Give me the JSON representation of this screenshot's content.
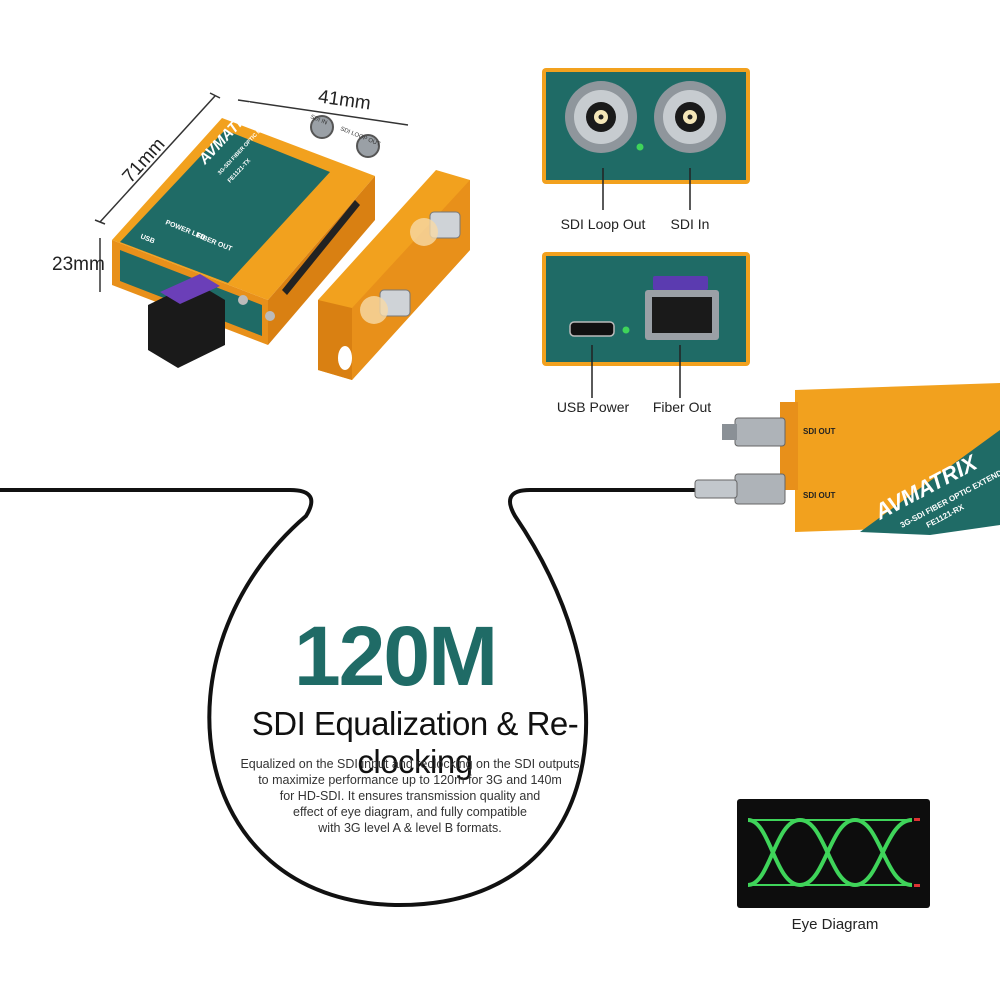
{
  "dimensions": {
    "length": "71mm",
    "width": "41mm",
    "height": "23mm"
  },
  "device_labels": {
    "brand": "AVMATRIX",
    "model_tx": "FE1121-TX",
    "product_tx": "3G-SDI FIBER OPTIC EXTENDER",
    "fiber_out": "FIBER OUT",
    "power_led": "POWER LED",
    "usb": "USB",
    "sdi_in": "SDI IN",
    "sdi_loop_out": "SDI LOOP OUT",
    "model_rx": "FE1121-RX",
    "product_rx": "3G-SDI FIBER OPTIC EXTENDER",
    "sdi_out": "SDI OUT"
  },
  "ports_top": {
    "left": "SDI Loop Out",
    "right": "SDI In"
  },
  "ports_bottom": {
    "left": "USB Power",
    "right": "Fiber Out"
  },
  "headline": {
    "value": "120M",
    "subtitle": "SDI Equalization & Re-clocking",
    "description": [
      "Equalized on the SDI input and reclocking on the SDI outputs",
      "to maximize performance up to 120m for 3G and 140m",
      "for HD-SDI. It ensures transmission quality and",
      "effect of eye diagram, and fully compatible",
      "with 3G level A & level B formats."
    ]
  },
  "eye_diagram": {
    "caption": "Eye Diagram"
  },
  "colors": {
    "teal": "#1f6b66",
    "orange": "#f2a11e",
    "cable": "#111111",
    "eye_green": "#3fd45a"
  }
}
